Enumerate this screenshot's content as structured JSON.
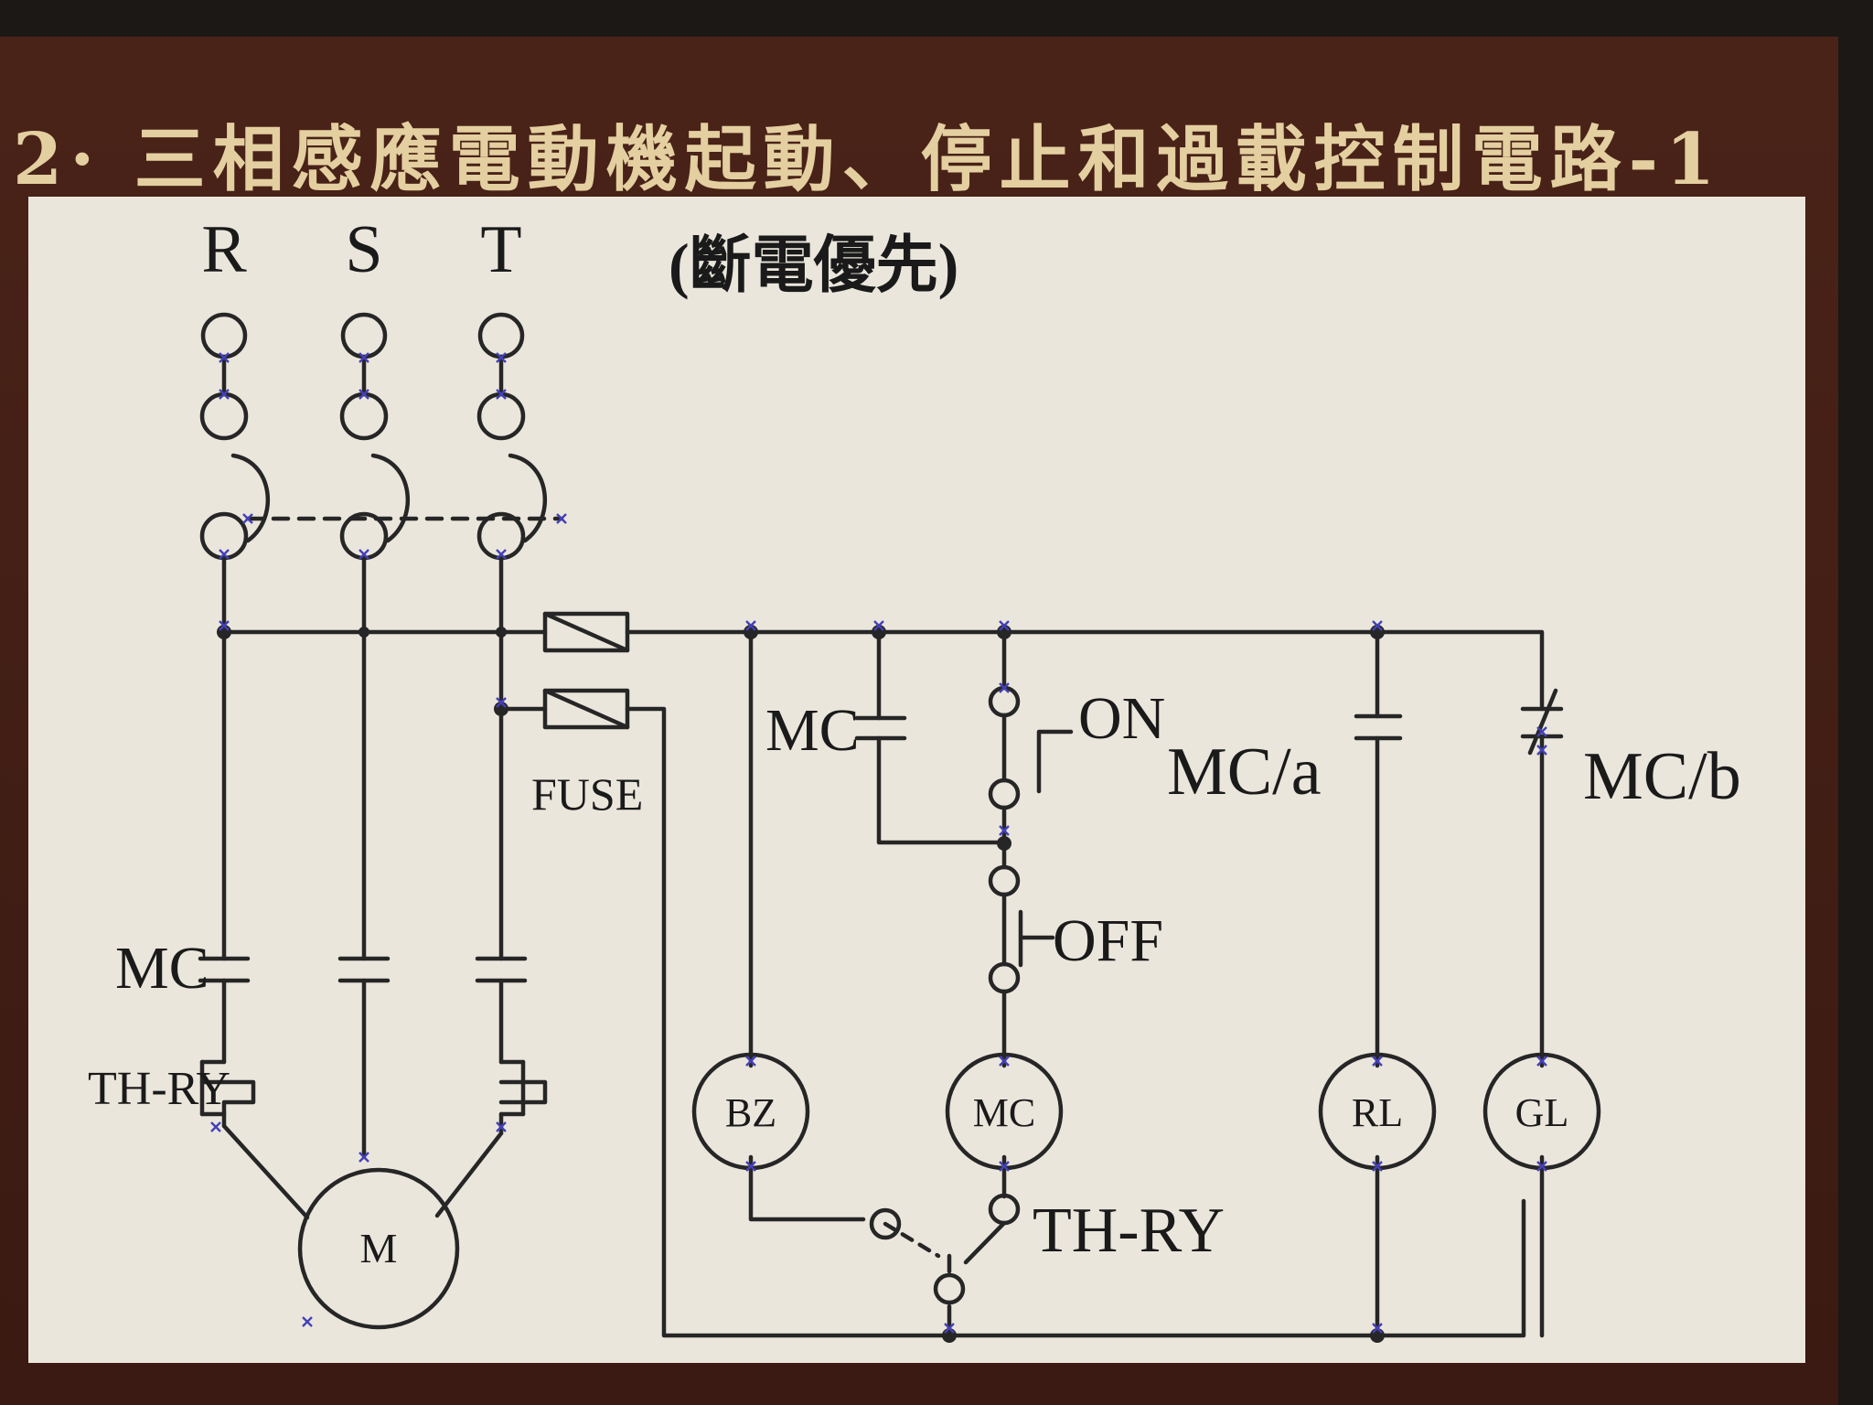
{
  "slide": {
    "title": "2· 三相感應電動機起動、停止和過載控制電路-1",
    "colors": {
      "background": "#3e1c13",
      "title": "#e4cfa0",
      "panel": "#ebe6dc",
      "wire": "#262626"
    }
  },
  "diagram": {
    "subtitle": "(斷電優先)",
    "phases": [
      "R",
      "S",
      "T"
    ],
    "fuse_label": "FUSE",
    "mc_main_label": "MC",
    "th_ry_main_label": "TH-RY",
    "motor_label": "M",
    "mc_hold_label": "MC",
    "on_label": "ON",
    "off_label": "OFF",
    "mc_a_label": "MC/a",
    "mc_b_label": "MC/b",
    "buzzer_label": "BZ",
    "coil_label": "MC",
    "red_lamp_label": "RL",
    "green_lamp_label": "GL",
    "th_ry_control_label": "TH-RY"
  }
}
